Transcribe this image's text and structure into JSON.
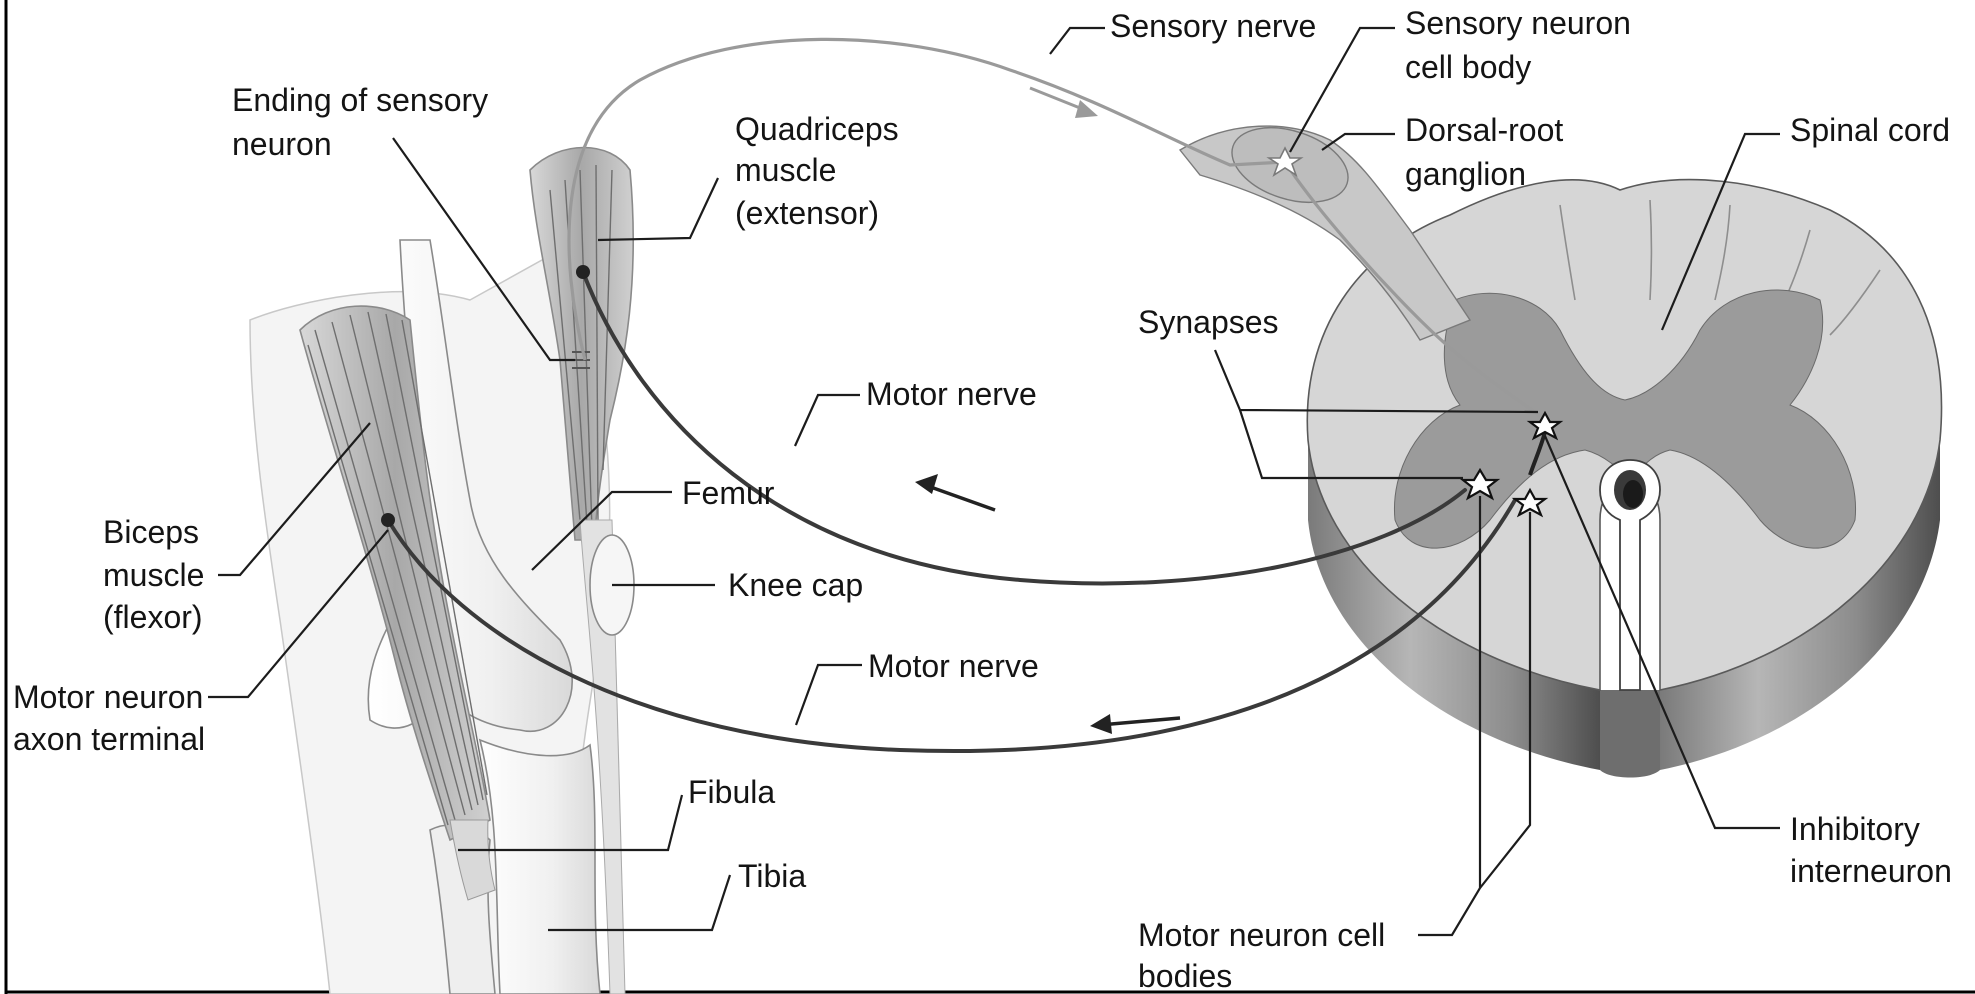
{
  "labels": {
    "ending_sensory_1": "Ending of sensory",
    "ending_sensory_2": "neuron",
    "quadriceps_1": "Quadriceps",
    "quadriceps_2": "muscle",
    "quadriceps_3": "(extensor)",
    "sensory_nerve": "Sensory nerve",
    "sensory_cell_1": "Sensory neuron",
    "sensory_cell_2": "cell body",
    "dorsal_root_1": "Dorsal-root",
    "dorsal_root_2": "ganglion",
    "spinal_cord": "Spinal cord",
    "synapses": "Synapses",
    "motor_nerve_upper": "Motor nerve",
    "femur": "Femur",
    "knee_cap": "Knee cap",
    "biceps_1": "Biceps",
    "biceps_2": "muscle",
    "biceps_3": "(flexor)",
    "motor_terminal_1": "Motor neuron",
    "motor_terminal_2": "axon terminal",
    "motor_nerve_lower": "Motor nerve",
    "fibula": "Fibula",
    "tibia": "Tibia",
    "inhibitory_1": "Inhibitory",
    "inhibitory_2": "interneuron",
    "motor_cell_bodies_1": "Motor neuron cell",
    "motor_cell_bodies_2": "bodies"
  },
  "colors": {
    "white_matter": "#d6d6d6",
    "gray_matter": "#9b9b9b",
    "bone": "#f1f1f1",
    "muscle": "#bcbcbc",
    "nerve": "#3a3a3a",
    "sensory_nerve": "#9a9a9a"
  }
}
